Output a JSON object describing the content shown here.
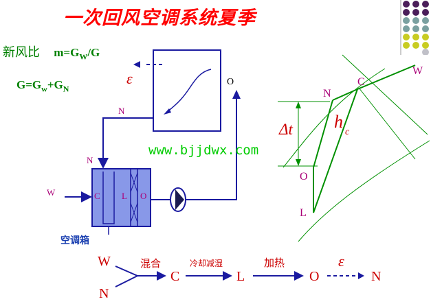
{
  "title": "一次回风空调系统夏季",
  "formula": {
    "fresh_air_ratio_label": "新风比",
    "m_expr": "m=G",
    "m_sub": "W",
    "m_tail": "/G",
    "g_expr": "G=G",
    "g_sub1": "w",
    "g_mid": "+G",
    "g_sub2": "N"
  },
  "schematic": {
    "epsilon": "ε",
    "room_out_label": "O",
    "return_label": "N",
    "return_label_2": "N",
    "outdoor_label": "W",
    "coil_c": "C",
    "coil_l": "L",
    "coil_o": "O",
    "unit_caption": "空调箱"
  },
  "watermark": "www.bjjdwx.com",
  "psychro": {
    "point_w": "W",
    "point_c": "C",
    "point_n": "N",
    "point_o": "O",
    "point_l": "L",
    "delta_t": "Δt",
    "hc_h": "h",
    "hc_sub": "c"
  },
  "process": {
    "w": "W",
    "n": "N",
    "c": "C",
    "l": "L",
    "o": "O",
    "n_end": "N",
    "mix_label": "混合",
    "cool_label": "冷却减湿",
    "heat_label": "加热",
    "epsilon": "ε"
  },
  "dots_colors": [
    "#4b1e5a",
    "#7aa0a0",
    "#c8cc22",
    "#c0c0c8"
  ]
}
